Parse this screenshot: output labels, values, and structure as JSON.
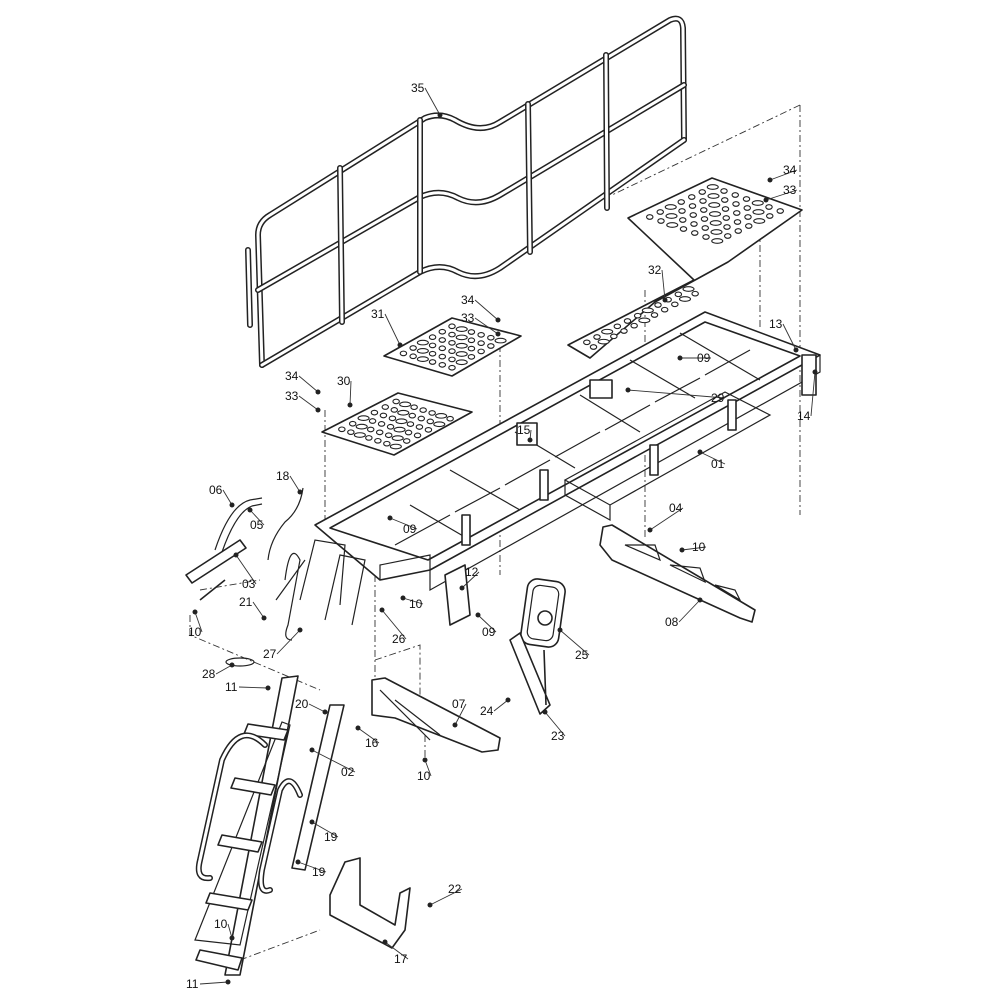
{
  "diagram": {
    "type": "exploded parts diagram",
    "line_color": "#222222",
    "background": "#ffffff",
    "callouts": [
      "35",
      "34",
      "33",
      "32",
      "34",
      "33",
      "31",
      "13",
      "09",
      "34",
      "33",
      "30",
      "29",
      "14",
      "15",
      "01",
      "18",
      "06",
      "05",
      "09",
      "04",
      "10",
      "12",
      "03",
      "21",
      "10",
      "09",
      "08",
      "27",
      "26",
      "25",
      "10",
      "28",
      "11",
      "20",
      "07",
      "24",
      "16",
      "23",
      "02",
      "10",
      "19",
      "19",
      "22",
      "10",
      "17",
      "11"
    ]
  }
}
